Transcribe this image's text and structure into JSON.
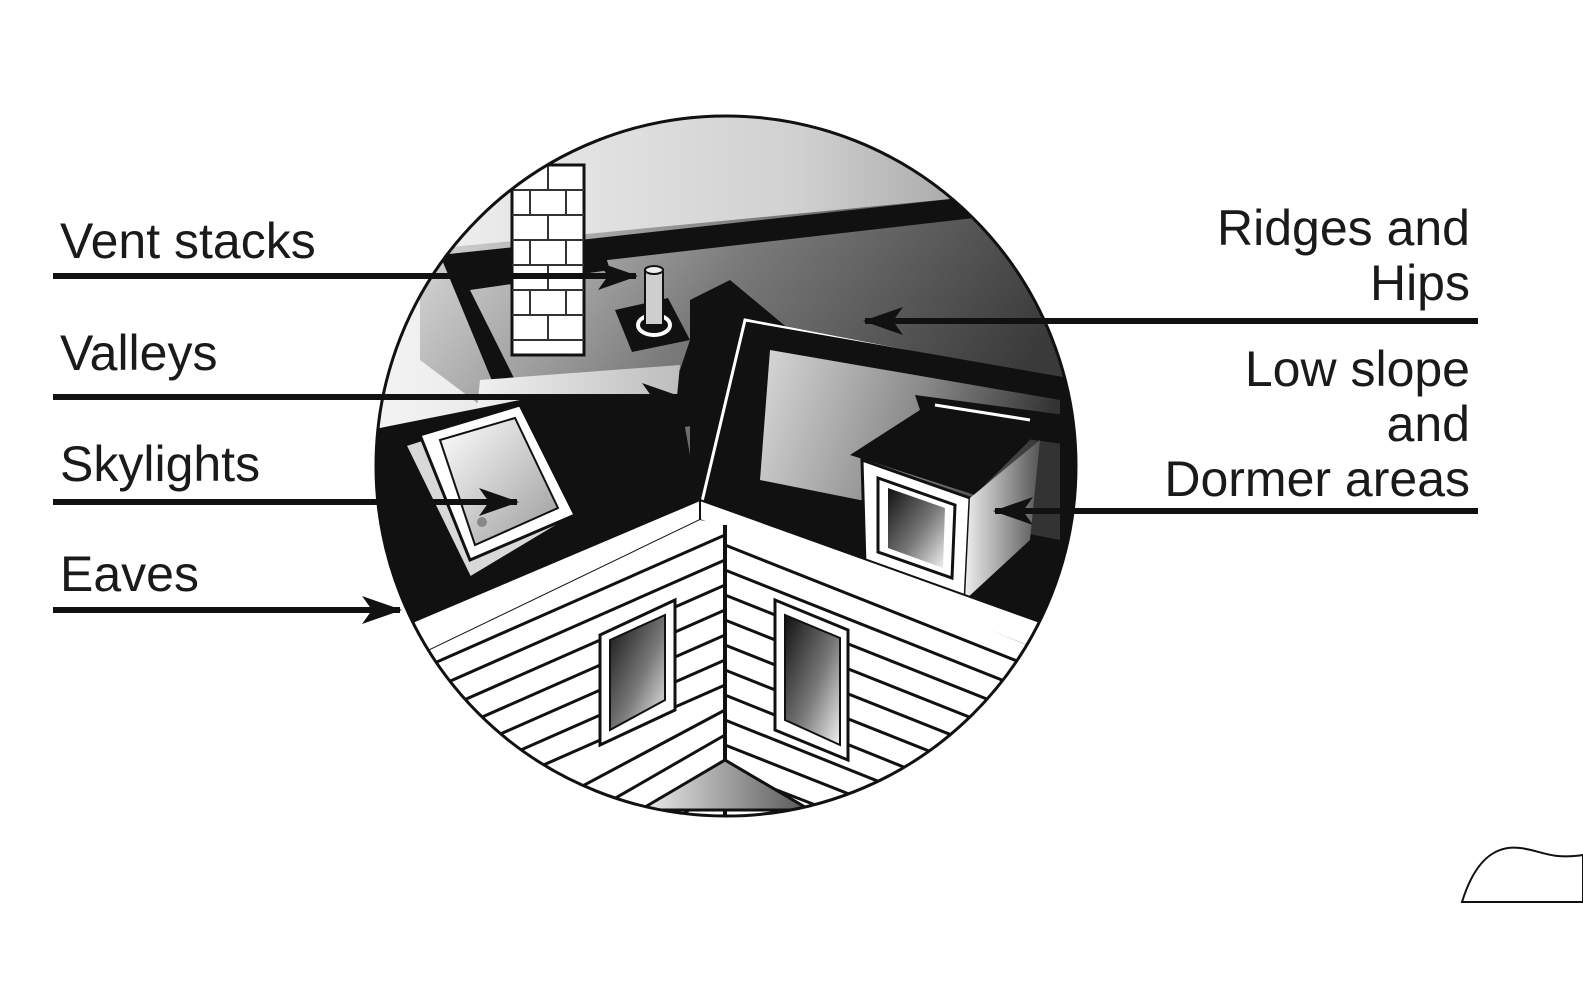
{
  "labels": {
    "vent_stacks": "Vent stacks",
    "valleys": "Valleys",
    "skylights": "Skylights",
    "eaves": "Eaves",
    "ridges_hips": [
      "Ridges and",
      "Hips"
    ],
    "low_slope_dormer": [
      "Low slope",
      "and",
      "Dormer areas"
    ]
  },
  "colors": {
    "ink": "#111111",
    "text": "#1a1a1a",
    "background": "#ffffff"
  }
}
